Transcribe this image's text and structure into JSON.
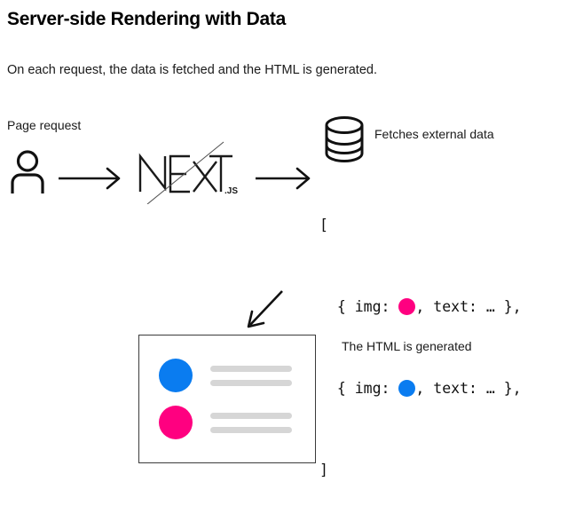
{
  "page": {
    "title": "Server-side Rendering with Data",
    "subtitle": "On each request, the data is fetched and the HTML is generated."
  },
  "diagram": {
    "labels": {
      "page_request": "Page request",
      "fetches_external_data": "Fetches external data",
      "html_generated": "The HTML is generated"
    },
    "icons": {
      "person": "person-icon",
      "database": "database-icon",
      "arrow_right_1": "arrow-right-icon",
      "arrow_right_2": "arrow-right-icon",
      "arrow_down_left": "arrow-down-left-icon",
      "next_logo": "nextjs-logo"
    },
    "next_logo": {
      "wordmark": "NEXT",
      "suffix": ".JS"
    }
  },
  "code": {
    "open_bracket": "[",
    "close_bracket": "]",
    "lines": [
      {
        "prefix": "  { img: ",
        "dot_color": "#ff0080",
        "suffix": ", text: … },"
      },
      {
        "prefix": "  { img: ",
        "dot_color": "#0a7cf0",
        "suffix": ", text: … },"
      }
    ]
  },
  "card": {
    "rows": [
      {
        "avatar_color": "#0a7cf0",
        "bars": [
          92,
          92
        ]
      },
      {
        "avatar_color": "#ff0080",
        "bars": [
          92,
          92
        ]
      }
    ]
  },
  "colors": {
    "pink": "#ff0080",
    "blue": "#0a7cf0",
    "bar_gray": "#d6d6d6",
    "ink": "#111111",
    "card_border": "#3b3b3b"
  }
}
